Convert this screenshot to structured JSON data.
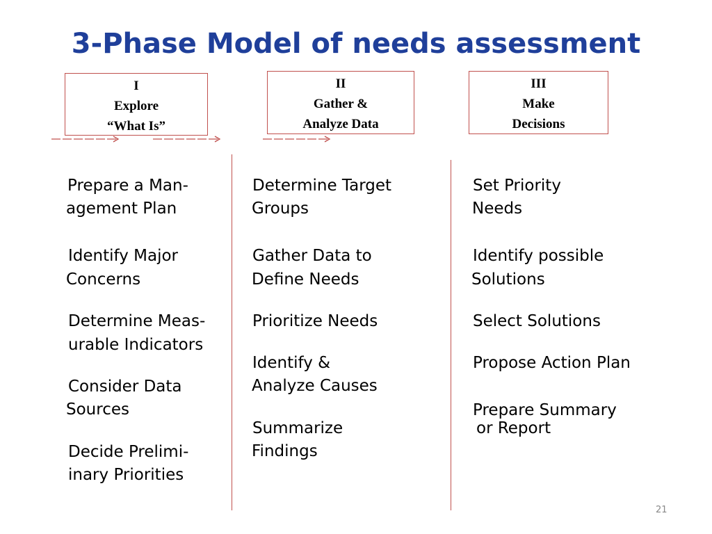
{
  "title": "3-Phase Model of needs assessment",
  "phases": [
    {
      "line1": "I",
      "line2": "Explore",
      "line3": "“What Is”"
    },
    {
      "line1": "II",
      "line2": "Gather &",
      "line3": "Analyze Data"
    },
    {
      "line1": "III",
      "line2": "Make",
      "line3": "Decisions"
    }
  ],
  "bullet_glyph": "",
  "col1": {
    "i1a": "Prepare a Man-",
    "i1b": "agement Plan",
    "i2a": "Identify Major",
    "i2b": "Concerns",
    "i3a": "Determine Meas-",
    "i3b": "urable Indicators",
    "i4a": "Consider Data",
    "i4b": "Sources",
    "i5a": "Decide Prelimi-",
    "i5b": "inary Priorities"
  },
  "col2": {
    "i1a": "Determine Target",
    "i1b": "Groups",
    "i2a": "Gather Data to",
    "i2b": "Define Needs",
    "i3a": "Prioritize Needs",
    "i4a": "Identify &",
    "i4b": "Analyze Causes",
    "i5a": "Summarize",
    "i5b": "Findings"
  },
  "col3": {
    "i1a": "Set Priority",
    "i1b": "Needs",
    "i2a": "Identify possible",
    "i2b": "Solutions",
    "i3a": "Select Solutions",
    "i4a": "Propose Action Plan",
    "i5a": "Prepare Summary",
    "i5b": "or Report"
  },
  "page_number": "21",
  "colors": {
    "title": "#1f3f9a",
    "accent": "#c0504d"
  }
}
